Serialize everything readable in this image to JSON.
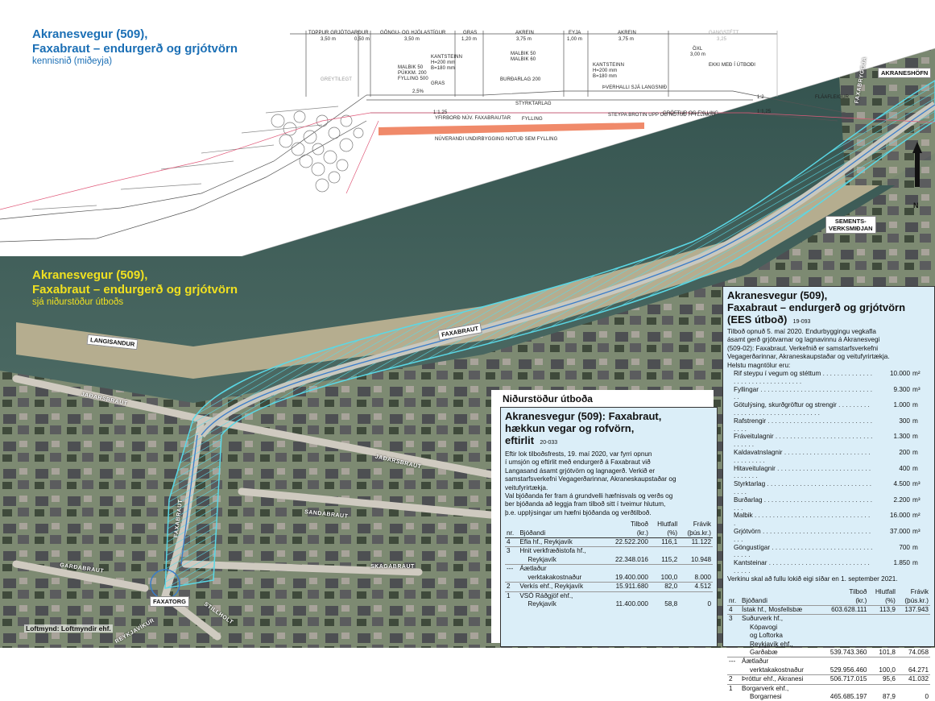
{
  "top_title": {
    "line1": "Akranesvegur (509),",
    "line2": "Faxabraut – endurgerð og grjótvörn",
    "sub": "kennisnið (miðeyja)"
  },
  "map_title": {
    "line1": "Akranesvegur (509),",
    "line2": "Faxabraut – endurgerð og grjótvörn",
    "sub": "sjá niðurstöður útboðs"
  },
  "cross_section": {
    "dim_labels": [
      "TOPPUR GRJÓTGARÐUR",
      "3,50 m",
      "0,50 m",
      "GÖNGU- OG HJÓLASTÍGUR",
      "3,50 m",
      "GRAS",
      "1,20 m",
      "AKREIN",
      "3,75 m",
      "EYJA",
      "1,00 m",
      "AKREIN",
      "3,75 m",
      "GANGSTÉTT",
      "3,25"
    ],
    "notes": [
      "GREYTILEGT",
      "MALBIK 50",
      "PÚKKM. 200",
      "FYLLING 500",
      "KANTSTEINN",
      "H=200 mm",
      "B=180 mm",
      "GRAS",
      "2,5%",
      "MALBIK 50",
      "MALBIK 60",
      "BURÐARLAG 200",
      "KANTSTEINN",
      "H=200 mm",
      "B=180 mm",
      "ÞVERHALLI SJÁ LANGSNIÐ",
      "ÖXL",
      "3,00 m",
      "EKKI MEÐ Í ÚTBOÐI",
      "FLÁAFLEIGUR",
      "STYRKTARLAG",
      "YFIRBORÐ NÚV. FAXABRAUTAR",
      "FYLLING",
      "STEYPA BROTIN UPP OG NOTUÐ Í FYLLINGU",
      "GRÖFTUR OG FYLLING",
      "NÚVERANDI UNDIRBYGGING NOTUÐ SEM FYLLING",
      "1:1,25",
      "1:2",
      "1:1,25"
    ]
  },
  "map_labels": {
    "akranesholn": "AKRANESHÖFN",
    "faxabryggja": "FAXABRYGGJA",
    "sements": [
      "SEMENTS-",
      "VERKSMIÐJAN"
    ],
    "langisandur": "LANGISANDUR",
    "faxabraut1": "FAXABRAUT",
    "jadarsbraut1": "JAÐARSBRAUT",
    "jadarsbraut2": "JAÐARSBRAUT",
    "sandabraut": "SANDABRAUT",
    "faxabraut2": "FAXABRAUT",
    "skagabraut": "SKAGABRAUT",
    "gardabraut": "GARÐABRAUT",
    "faxatorg": "FAXATORG",
    "stillholt": "STILLHOLT",
    "reykjavik": "REYKJAVÍKUR",
    "north": "N",
    "credit": "Loftmynd: Loftmyndir ehf."
  },
  "results_heading": "Niðurstöður útboða",
  "box_left": {
    "title_l1": "Akranesvegur (509): Faxabraut,",
    "title_l2": "hækkun vegar og rofvörn,",
    "title_l3": "eftirlit",
    "code": "20-033",
    "desc": [
      "Eftir lok tilboðsfrests, 19. maí 2020, var fyrri opnun",
      "í umsjón og eftirlit með endurgerð á Faxabraut við",
      "Langasand ásamt grjótvörn og lagnagerð. Verkið er",
      "samstarfsverkefni Vegagerðarinnar, Akraneskaupstaðar og",
      "veitufyrirtækja.",
      "Val bjóðanda fer fram á grundvelli hæfnisvals og verðs og",
      "ber bjóðanda að leggja fram tilboð sitt í tveimur hlutum,",
      "þ.e. upplýsingar um hæfni bjóðanda og verðtilboð."
    ],
    "headers": {
      "nr": "nr.",
      "bidder": "Bjóðandi",
      "tilbod": "Tilboð",
      "tilbod_u": "(kr.)",
      "hlutfall": "Hlutfall",
      "hlutfall_u": "(%)",
      "fravik": "Frávik",
      "fravik_u": "(þús.kr.)"
    },
    "rows": [
      {
        "nr": "4",
        "name": [
          "Efla hf., Reykjavík"
        ],
        "amount": "22.522.200",
        "pct": "116,1",
        "diff": "11.122"
      },
      {
        "nr": "3",
        "name": [
          "Hnit verkfræðistofa hf.,",
          "Reykjavík"
        ],
        "amount": "22.348.016",
        "pct": "115,2",
        "diff": "10.948"
      },
      {
        "nr": "---",
        "name": [
          "Áætlaður",
          "verktakakostnaður"
        ],
        "amount": "19.400.000",
        "pct": "100,0",
        "diff": "8.000"
      },
      {
        "nr": "2",
        "name": [
          "Verkís ehf., Reykjavík"
        ],
        "amount": "15.911.680",
        "pct": "82,0",
        "diff": "4.512"
      },
      {
        "nr": "1",
        "name": [
          "VSÓ Ráðgjöf ehf.,",
          "Reykjavík"
        ],
        "amount": "11.400.000",
        "pct": "58,8",
        "diff": "0"
      }
    ]
  },
  "box_right": {
    "title_l1": "Akranesvegur (509),",
    "title_l2": "Faxabraut – endurgerð og grjótvörn",
    "title_l3": "(EES útboð)",
    "code": "19-093",
    "desc": [
      "Tilboð opnuð 5. maí 2020. Endurbyggingu vegkafla",
      "ásamt gerð grjótvarnar og lagnavinnu á Akranesvegi",
      "(509-02): Faxabraut. Verkefnið er samstarfsverkefni",
      "Vegagerðarinnar, Akraneskaupstaðar og veitufyrirtækja.",
      "Helstu magntölur eru:"
    ],
    "quantities": [
      {
        "name": "Rif steypu í vegum og stéttum",
        "value": "10.000",
        "unit": "m²"
      },
      {
        "name": "Fyllingar",
        "value": "9.300",
        "unit": "m³"
      },
      {
        "name": "Götulýsing, skurðgröftur og strengir",
        "value": "1.000",
        "unit": "m"
      },
      {
        "name": "Rafstrengir",
        "value": "300",
        "unit": "m"
      },
      {
        "name": "Fráveitulagnir",
        "value": "1.300",
        "unit": "m"
      },
      {
        "name": "Kaldavatnslagnir",
        "value": "200",
        "unit": "m"
      },
      {
        "name": "Hitaveitulagnir",
        "value": "400",
        "unit": "m"
      },
      {
        "name": "Styrktarlag",
        "value": "4.500",
        "unit": "m³"
      },
      {
        "name": "Burðarlag",
        "value": "2.200",
        "unit": "m³"
      },
      {
        "name": "Malbik",
        "value": "16.000",
        "unit": "m²"
      },
      {
        "name": "Grjótvörn",
        "value": "37.000",
        "unit": "m³"
      },
      {
        "name": "Göngustígar",
        "value": "700",
        "unit": "m"
      },
      {
        "name": "Kantsteinar",
        "value": "1.850",
        "unit": "m"
      }
    ],
    "deadline": "Verkinu skal að fullu lokið eigi síðar en 1. september 2021.",
    "headers": {
      "nr": "nr.",
      "bidder": "Bjóðandi",
      "tilbod": "Tilboð",
      "tilbod_u": "(kr.)",
      "hlutfall": "Hlutfall",
      "hlutfall_u": "(%)",
      "fravik": "Frávik",
      "fravik_u": "(þús.kr.)"
    },
    "rows": [
      {
        "nr": "4",
        "name": [
          "Ístak hf., Mosfellsbæ"
        ],
        "amount": "603.628.111",
        "pct": "113,9",
        "diff": "137.943"
      },
      {
        "nr": "3",
        "name": [
          "Suðurverk hf.,",
          "Kópavogi",
          "og Loftorka",
          "Reykjavík ehf.,",
          "Garðabæ"
        ],
        "amount": "539.743.360",
        "pct": "101,8",
        "diff": "74.058"
      },
      {
        "nr": "---",
        "name": [
          "Áætlaður",
          "verktakakostnaður"
        ],
        "amount": "529.956.460",
        "pct": "100,0",
        "diff": "64.271"
      },
      {
        "nr": "2",
        "name": [
          "Þróttur ehf., Akranesi"
        ],
        "amount": "506.717.015",
        "pct": "95,6",
        "diff": "41.032"
      },
      {
        "nr": "1",
        "name": [
          "Borgarverk ehf.,",
          "Borgarnesi"
        ],
        "amount": "465.685.197",
        "pct": "87,9",
        "diff": "0"
      }
    ]
  },
  "colors": {
    "title_blue": "#1b6fb5",
    "title_yellow": "#f0e020",
    "box_bg": "#dbeef8",
    "hatch": "#5ad8e6",
    "fill_red": "#f08a6a"
  }
}
